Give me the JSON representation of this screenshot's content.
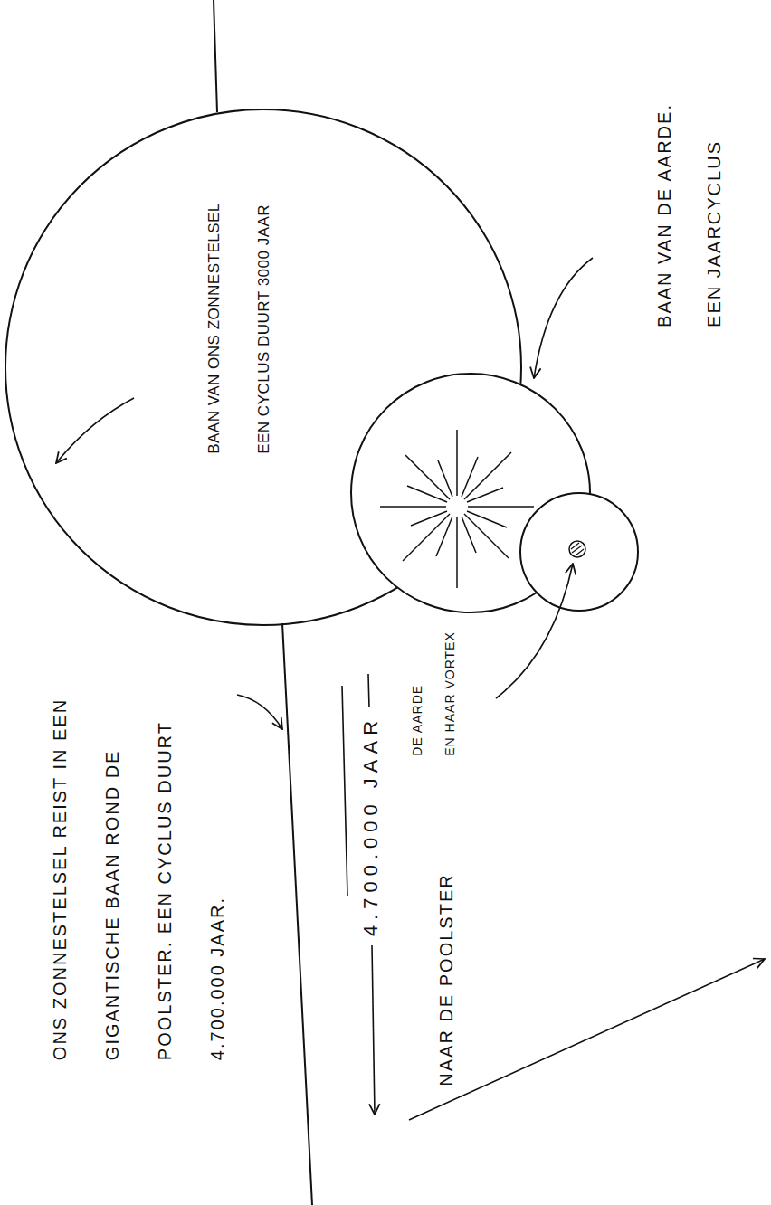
{
  "diagram": {
    "nodes": [
      {
        "text": [
          "BAAN VAN ONS ZONNESTELSEL EEN CYCLUS DUURT 3000 JAAR"
        ]
      }
    ],
    "labels": [
      "BAAN VAN DE AARDE. EEN JAARCYCLUS",
      "DE AARDE EN HAAR VORTEX",
      "ONS ZONNESTELSEL REIST IN EEN GIGANTISCHE BAAN ROND DE POOLSTER. EEN CYCLUS DUURT 4.700.000 JAAR.",
      "4.700.000 JAAR",
      "NAAR DE POOLSTER"
    ]
  }
}
